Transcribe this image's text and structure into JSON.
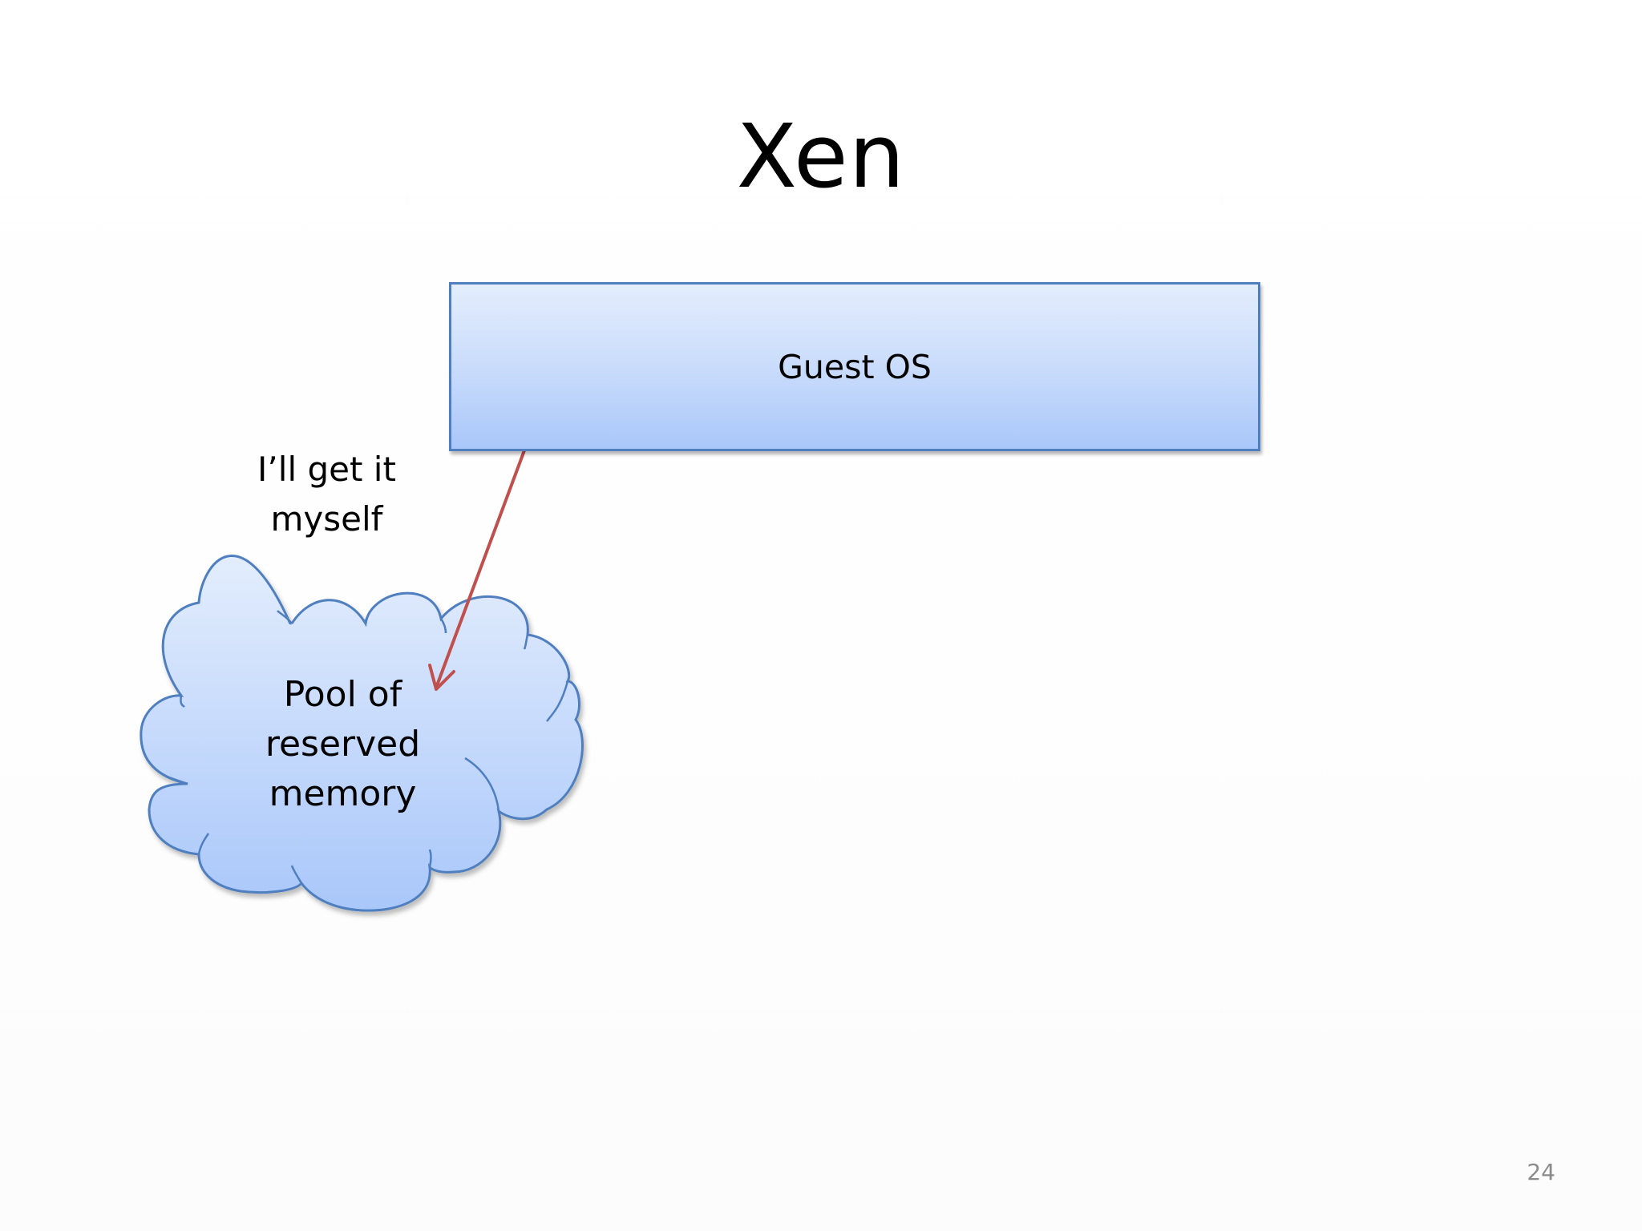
{
  "slide": {
    "title": "Xen",
    "page_number": "24"
  },
  "diagram": {
    "guest_box": {
      "label": "Guest OS",
      "fill_top": "#e3edfd",
      "fill_bottom": "#a9c7fa",
      "border": "#4f7fbf"
    },
    "arrow": {
      "label_lines": [
        "I’ll get it",
        "myself"
      ],
      "color": "#c0504d"
    },
    "cloud": {
      "label_lines": [
        "Pool of",
        "reserved",
        "memory"
      ],
      "fill_top": "#e3edfd",
      "fill_bottom": "#a9c7fa",
      "border": "#4f7fbf"
    }
  }
}
